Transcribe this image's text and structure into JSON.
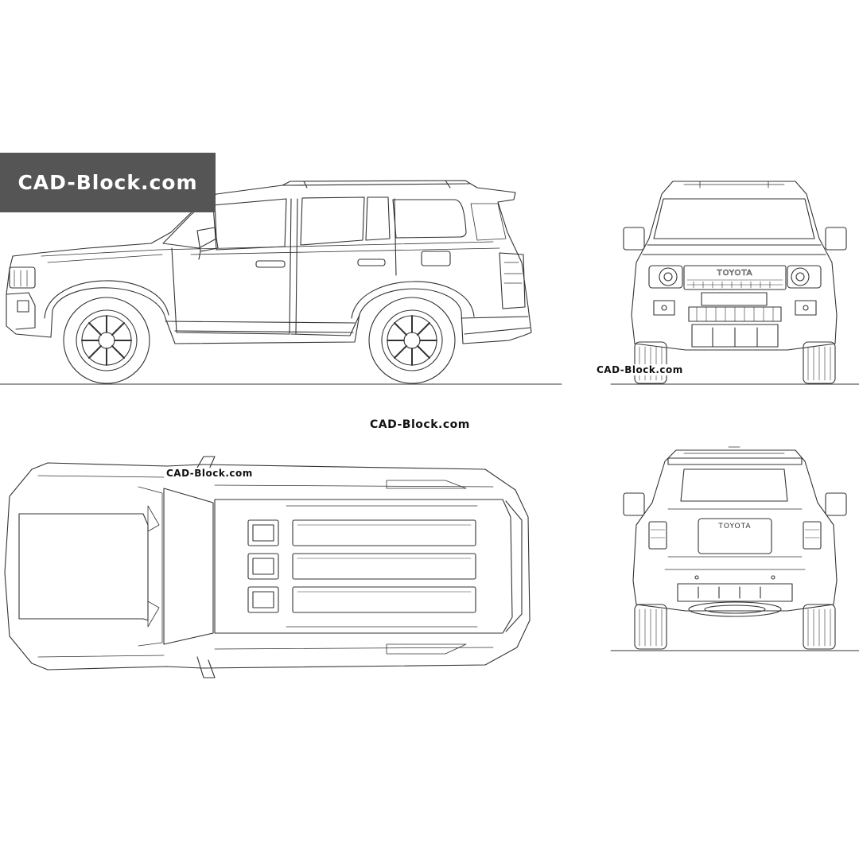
{
  "watermark": {
    "banner": "CAD-Block.com",
    "front_label": "CAD-Block.com",
    "center_label": "CAD-Block.com",
    "top_label": "CAD-Block.com"
  },
  "badges": {
    "front_grille": "TOYOTA",
    "rear_tailgate": "TOYOTA"
  },
  "views": [
    "side",
    "front",
    "top",
    "rear"
  ],
  "colors": {
    "line": "#333333",
    "banner_bg": "#555555",
    "banner_text": "#ffffff",
    "background": "#ffffff"
  }
}
